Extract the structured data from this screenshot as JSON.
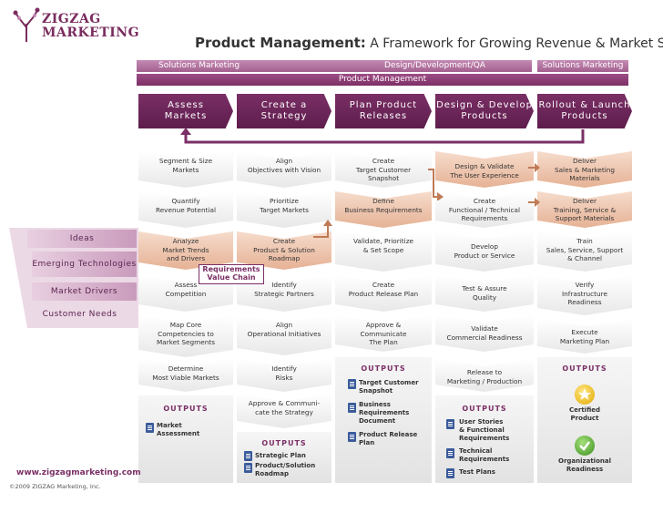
{
  "logo": {
    "line1": "ZIGZAG",
    "line2": "MARKETING"
  },
  "title": {
    "main": "Product Management:",
    "sub": " A Framework for Growing Revenue & Market Share"
  },
  "bands": {
    "left": "Solutions Marketing",
    "middle": "Design/Development/QA",
    "right": "Solutions Marketing",
    "full": "Product Management"
  },
  "phases": [
    {
      "l1": "Assess",
      "l2": "Markets"
    },
    {
      "l1": "Create a",
      "l2": "Strategy"
    },
    {
      "l1": "Plan Product",
      "l2": "Releases"
    },
    {
      "l1": "Design & Develop",
      "l2": "Products"
    },
    {
      "l1": "Rollout & Launch",
      "l2": "Products"
    }
  ],
  "drivers": [
    "Ideas",
    "Emerging Technologies",
    "Market Drivers",
    "Customer Needs"
  ],
  "col1": [
    {
      "a": "Segment & Size",
      "b": "Markets"
    },
    {
      "a": "Quantify",
      "b": "Revenue Potential"
    },
    {
      "a": "Analyze",
      "b": "Market Trends",
      "c": "and Drivers"
    },
    {
      "a": "Assess",
      "b": "Competition"
    },
    {
      "a": "Map Core",
      "b": "Competencies to",
      "c": "Market Segments"
    },
    {
      "a": "Determine",
      "b": "Most Viable Markets"
    }
  ],
  "col2": [
    {
      "a": "Align",
      "b": "Objectives with Vision"
    },
    {
      "a": "Prioritize",
      "b": "Target Markets"
    },
    {
      "a": "Create",
      "b": "Product & Solution",
      "c": "Roadmap"
    },
    {
      "a": "Identify",
      "b": "Strategic Partners"
    },
    {
      "a": "Align",
      "b": "Operational Initiatives"
    },
    {
      "a": "Identify",
      "b": "Risks"
    },
    {
      "a": "Approve & Communi-",
      "b": "cate the Strategy"
    }
  ],
  "col3": [
    {
      "a": "Create",
      "b": "Target Customer",
      "c": "Snapshot"
    },
    {
      "a": "Define",
      "b": "Business Requirements"
    },
    {
      "a": "Validate, Prioritize",
      "b": "& Set Scope"
    },
    {
      "a": "Create",
      "b": "Product Release Plan"
    },
    {
      "a": "Approve &",
      "b": "Communicate",
      "c": "The Plan"
    }
  ],
  "col4": [
    {
      "a": "Design & Validate",
      "b": "The User Experience"
    },
    {
      "a": "Create",
      "b": "Functional / Technical",
      "c": "Requirements"
    },
    {
      "a": "Develop",
      "b": "Product or Service"
    },
    {
      "a": "Test & Assure",
      "b": "Quality"
    },
    {
      "a": "Validate",
      "b": "Commercial Readiness"
    },
    {
      "a": "Release to",
      "b": "Marketing / Production"
    }
  ],
  "col5": [
    {
      "a": "Deliver",
      "b": "Sales & Marketing",
      "c": "Materials"
    },
    {
      "a": "Deliver",
      "b": "Training, Service &",
      "c": "Support Materials"
    },
    {
      "a": "Train",
      "b": "Sales, Service, Support",
      "c": "& Channel"
    },
    {
      "a": "Verify",
      "b": "Infrastructure",
      "c": "Readiness"
    },
    {
      "a": "Execute",
      "b": "Marketing Plan"
    }
  ],
  "outputs_label": "OUTPUTS",
  "out1": [
    "Market",
    "Assessment"
  ],
  "out2": [
    [
      "Strategic Plan"
    ],
    [
      "Product/Solution",
      "Roadmap"
    ]
  ],
  "out3": [
    [
      "Target Customer",
      "Snapshot"
    ],
    [
      "Business",
      "Requirements",
      "Document"
    ],
    [
      "Product Release",
      "Plan"
    ]
  ],
  "out4": [
    [
      "User Stories",
      "& Functional",
      "Requirements"
    ],
    [
      "Technical",
      "Requirements"
    ],
    [
      "Test Plans"
    ]
  ],
  "out5": [
    [
      "Certified",
      "Product"
    ],
    [
      "Organizational",
      "Readiness"
    ]
  ],
  "rvc": [
    "Requirements",
    "Value Chain"
  ],
  "footer": {
    "url": "www.zigzagmarketing.com",
    "copyright": "©2009 ZIGZAG Marketing, Inc."
  },
  "colors": {
    "brand": "#7a2f65",
    "highlight": "#e6b295",
    "star": "#f2c230",
    "check": "#4aa02c"
  }
}
